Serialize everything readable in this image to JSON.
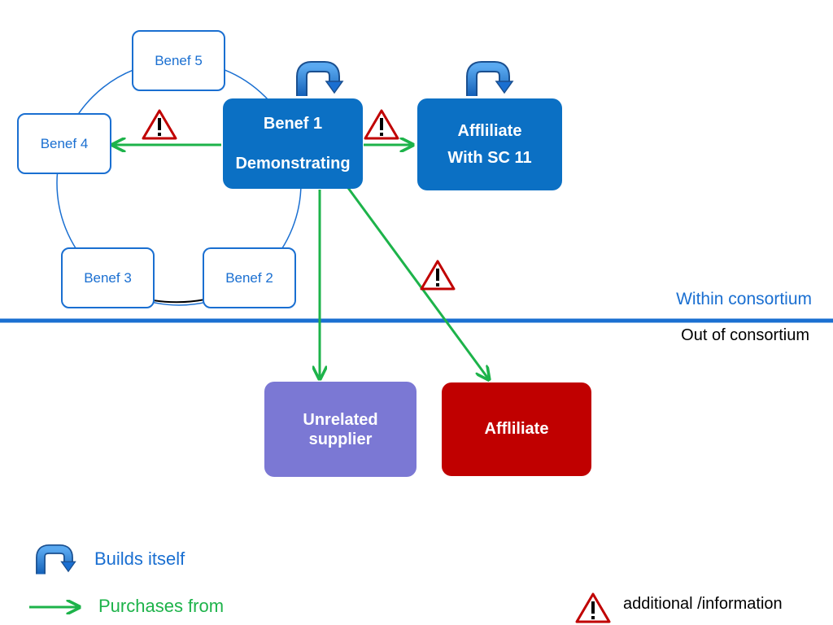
{
  "nodes": {
    "benef5": "Benef 5",
    "benef4": "Benef 4",
    "benef3": "Benef 3",
    "benef2": "Benef 2",
    "benef1_line1": "Benef 1",
    "benef1_line2": "Demonstrating",
    "affiliate_sc11_line1": "Affliliate",
    "affiliate_sc11_line2": "With SC 11",
    "unrelated_supplier": "Unrelated supplier",
    "affiliate_out": "Affliliate"
  },
  "regions": {
    "within": "Within consortium",
    "out": "Out of consortium"
  },
  "legend": {
    "builds_itself": "Builds itself",
    "purchases_from": "Purchases from",
    "additional_information": "additional /information"
  },
  "colors": {
    "primary_blue": "#0b70c4",
    "outline_blue": "#1a6fd1",
    "arrow_green": "#1db34a",
    "supplier_purple": "#7b78d4",
    "affiliate_red": "#c00000",
    "warning_red": "#c00000"
  },
  "icons": [
    "curved-arrow-icon",
    "green-arrow-icon",
    "warning-triangle-icon"
  ]
}
